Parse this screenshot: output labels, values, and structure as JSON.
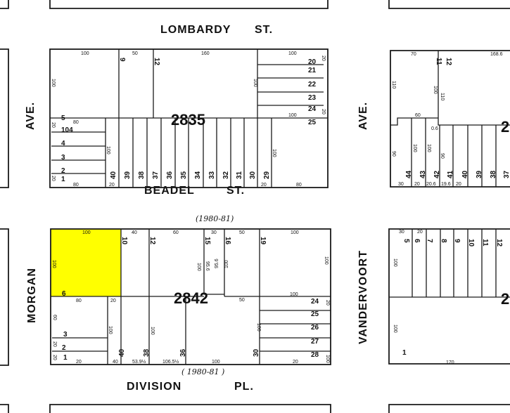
{
  "streets": {
    "lombardy": "LOMBARDY",
    "lombardy_st": "ST.",
    "beadel": "BEADEL",
    "beadel_st": "ST.",
    "division": "DIVISION",
    "division_pl": "PL.",
    "morgan": "MORGAN",
    "morgan_ave": "AVE.",
    "vandervoort": "VANDERVOORT",
    "vandervoort_ave": "AVE."
  },
  "blocks": {
    "north": "2835",
    "south": "2842",
    "east_north": "2",
    "east_south": "2"
  },
  "highlight_color": "#ffff00",
  "annotations": {
    "beadel_note": "(1980-81)",
    "division_note": "( 1980-81 )"
  },
  "block_2835": {
    "lots": [
      "5",
      "104",
      "4",
      "3",
      "2",
      "1",
      "9",
      "12",
      "20",
      "21",
      "22",
      "23",
      "24",
      "25",
      "40",
      "39",
      "38",
      "37",
      "36",
      "35",
      "34",
      "33",
      "32",
      "31",
      "30",
      "29"
    ],
    "dims": [
      "100",
      "50",
      "160",
      "100",
      "100",
      "80",
      "80",
      "100",
      "100",
      "20",
      "20",
      "100",
      "100",
      "20",
      "20",
      "20",
      "20",
      "80"
    ]
  },
  "block_2842": {
    "lots": [
      "6",
      "3",
      "2",
      "1",
      "10",
      "12",
      "15",
      "16",
      "19",
      "24",
      "25",
      "26",
      "27",
      "28",
      "40",
      "38",
      "36",
      "30"
    ],
    "dims": [
      "100",
      "40",
      "60",
      "30",
      "50",
      "100",
      "100",
      "80",
      "20",
      "60",
      "20",
      "20",
      "100",
      "100",
      "95.6",
      "100",
      "95.6",
      "100",
      "100",
      "50",
      "100",
      "20",
      "40",
      "53.9½",
      "106.5½",
      "100",
      "100",
      "20",
      "20",
      "100"
    ]
  },
  "block_east_north": {
    "lots": [
      "11",
      "12",
      "44",
      "43",
      "42",
      "41",
      "40",
      "39",
      "38",
      "37"
    ],
    "dims": [
      "70",
      "168.6",
      "110",
      "100",
      "110",
      "60",
      "0.6",
      "90",
      "100",
      "100",
      "90",
      "30",
      "20",
      "20.6",
      "19.6",
      "20"
    ]
  },
  "block_east_south": {
    "lots": [
      "5",
      "6",
      "7",
      "8",
      "9",
      "10",
      "11",
      "12",
      "1"
    ],
    "dims": [
      "30",
      "20",
      "100",
      "100",
      "170"
    ]
  }
}
